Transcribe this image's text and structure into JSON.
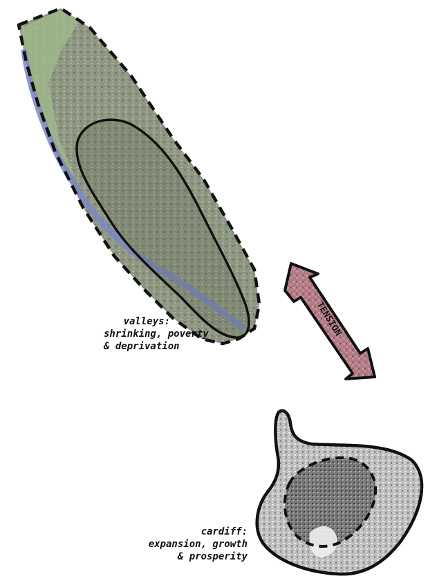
{
  "regions": {
    "valleys": {
      "lines": [
        "valleys:",
        "shrinking, poverty",
        "& deprivation"
      ]
    },
    "cardiff": {
      "lines": [
        "cardiff:",
        "expansion, growth",
        "& prosperity"
      ]
    }
  },
  "arrow": {
    "label": "TENSION"
  },
  "colors": {
    "outline": "#111111",
    "valleys_fill": "#8fa584",
    "river": "#7d87c4",
    "arrow_fill": "#b7787e",
    "cardiff_fill": "#c9c9c9"
  }
}
